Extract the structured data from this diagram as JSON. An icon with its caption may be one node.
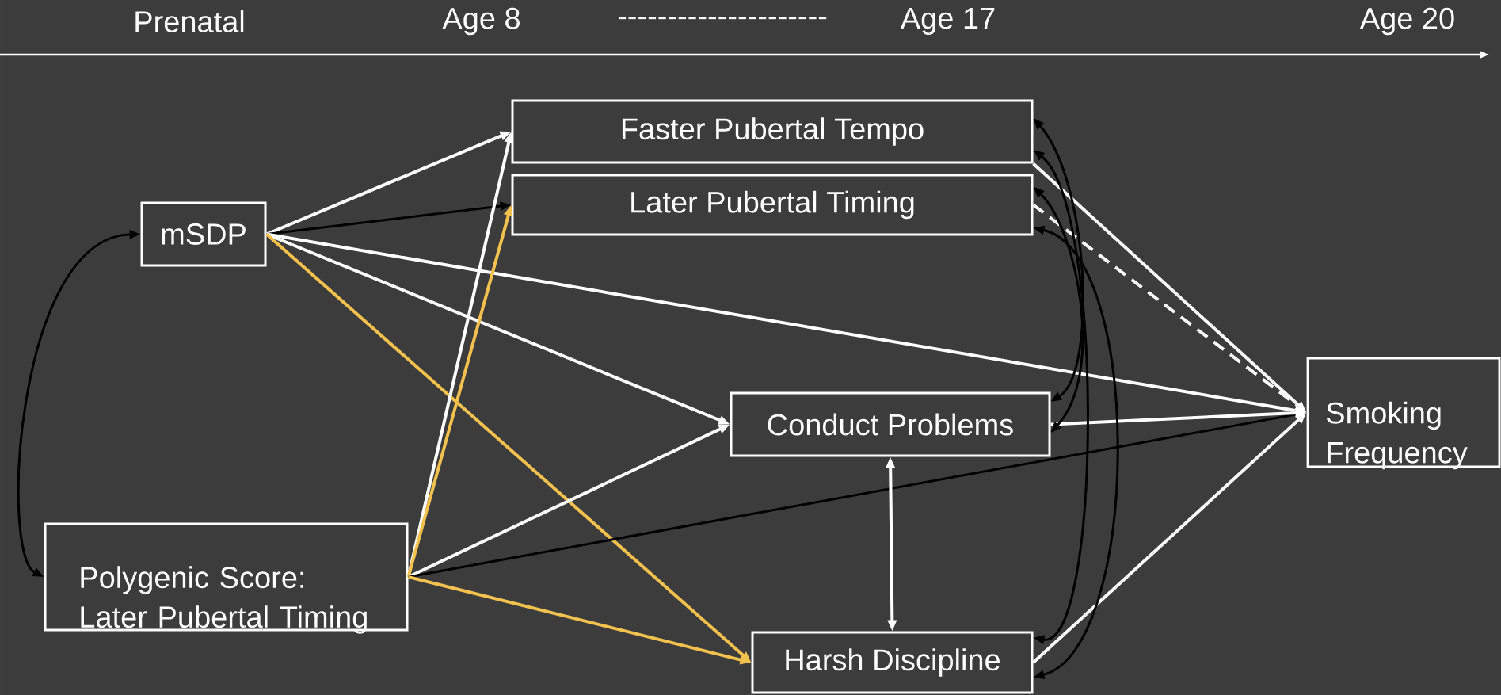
{
  "diagram": {
    "nodes": [
      {
        "text": [
          "Faster Pubertal Tempo"
        ]
      },
      {
        "text": [
          "Later Pubertal Timing"
        ]
      },
      {
        "text": [
          "mSDP"
        ]
      },
      {
        "text": [
          "Polygenic Score: Later Pubertal Timing"
        ]
      },
      {
        "text": [
          "Conduct Problems"
        ]
      },
      {
        "text": [
          "Harsh Discipline"
        ]
      },
      {
        "text": [
          "Smoking Frequency"
        ]
      }
    ],
    "edges": [
      {
        "from": 2,
        "to": 0,
        "arrow": "to"
      },
      {
        "from": 2,
        "to": 1,
        "arrow": "to",
        "color": "#000000"
      },
      {
        "from": 2,
        "to": 4,
        "arrow": "to"
      },
      {
        "from": 2,
        "to": 6,
        "arrow": "to"
      },
      {
        "from": 2,
        "to": 5,
        "arrow": "to",
        "color": "#f2c14e"
      },
      {
        "from": 2,
        "to": 3,
        "arrow": "both",
        "color": "#000000"
      },
      {
        "from": 3,
        "to": 0,
        "arrow": "to"
      },
      {
        "from": 3,
        "to": 1,
        "arrow": "to",
        "color": "#f2c14e"
      },
      {
        "from": 3,
        "to": 4,
        "arrow": "to"
      },
      {
        "from": 3,
        "to": 6,
        "arrow": "to",
        "color": "#000000"
      },
      {
        "from": 3,
        "to": 5,
        "arrow": "to",
        "color": "#f2c14e"
      },
      {
        "from": 0,
        "to": 6,
        "arrow": "to"
      },
      {
        "from": 1,
        "to": 6,
        "arrow": "to",
        "style": "dashed"
      },
      {
        "from": 4,
        "to": 6,
        "arrow": "to"
      },
      {
        "from": 5,
        "to": 6,
        "arrow": "to"
      },
      {
        "from": 4,
        "to": 5,
        "arrow": "both"
      },
      {
        "from": 0,
        "to": 4,
        "arrow": "both",
        "color": "#000000"
      },
      {
        "from": 0,
        "to": 5,
        "arrow": "both",
        "color": "#000000"
      },
      {
        "from": 1,
        "to": 4,
        "arrow": "both",
        "color": "#000000"
      },
      {
        "from": 1,
        "to": 5,
        "arrow": "both",
        "color": "#000000"
      }
    ],
    "labels": [
      "Prenatal",
      "Age 8",
      "---------------------",
      "Age 17",
      "Age 20"
    ]
  }
}
